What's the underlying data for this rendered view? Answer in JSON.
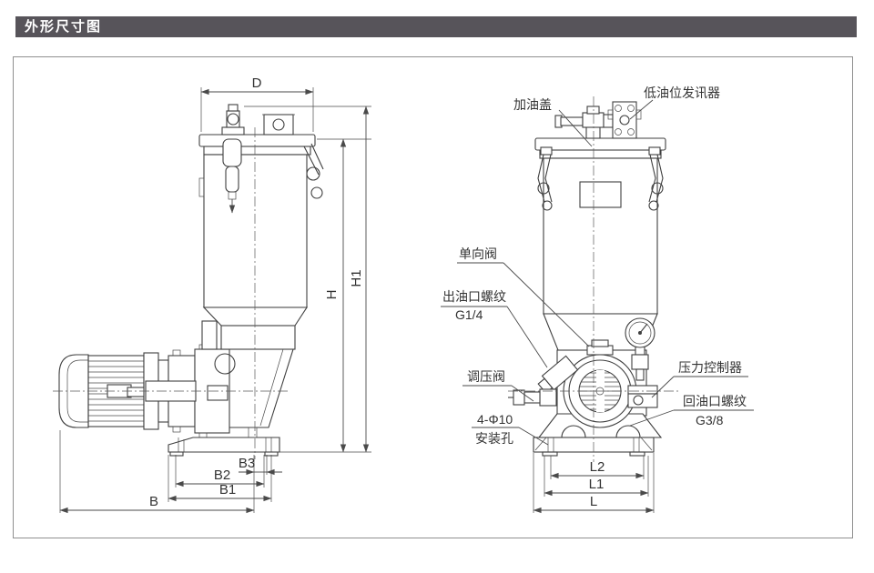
{
  "header": {
    "title": "外形尺寸图"
  },
  "left_view": {
    "dims": {
      "d": "D",
      "h": "H",
      "h1": "H1",
      "b": "B",
      "b1": "B1",
      "b2": "B2",
      "b3": "B3"
    }
  },
  "right_view": {
    "dims": {
      "l": "L",
      "l1": "L1",
      "l2": "L2"
    },
    "labels": {
      "filler_cap": "加油盖",
      "low_oil_sensor": "低油位发讯器",
      "check_valve": "单向阀",
      "outlet_thread": "出油口螺纹",
      "outlet_size": "G1/4",
      "regulator_valve": "调压阀",
      "mount_spec": "4-Φ10",
      "mount_holes": "安装孔",
      "pressure_controller": "压力控制器",
      "return_thread": "回油口螺纹",
      "return_size": "G3/8"
    }
  },
  "colors": {
    "header_bg": "#57545a",
    "line": "#3f3f3f",
    "frame_border": "#8f8f8f"
  }
}
